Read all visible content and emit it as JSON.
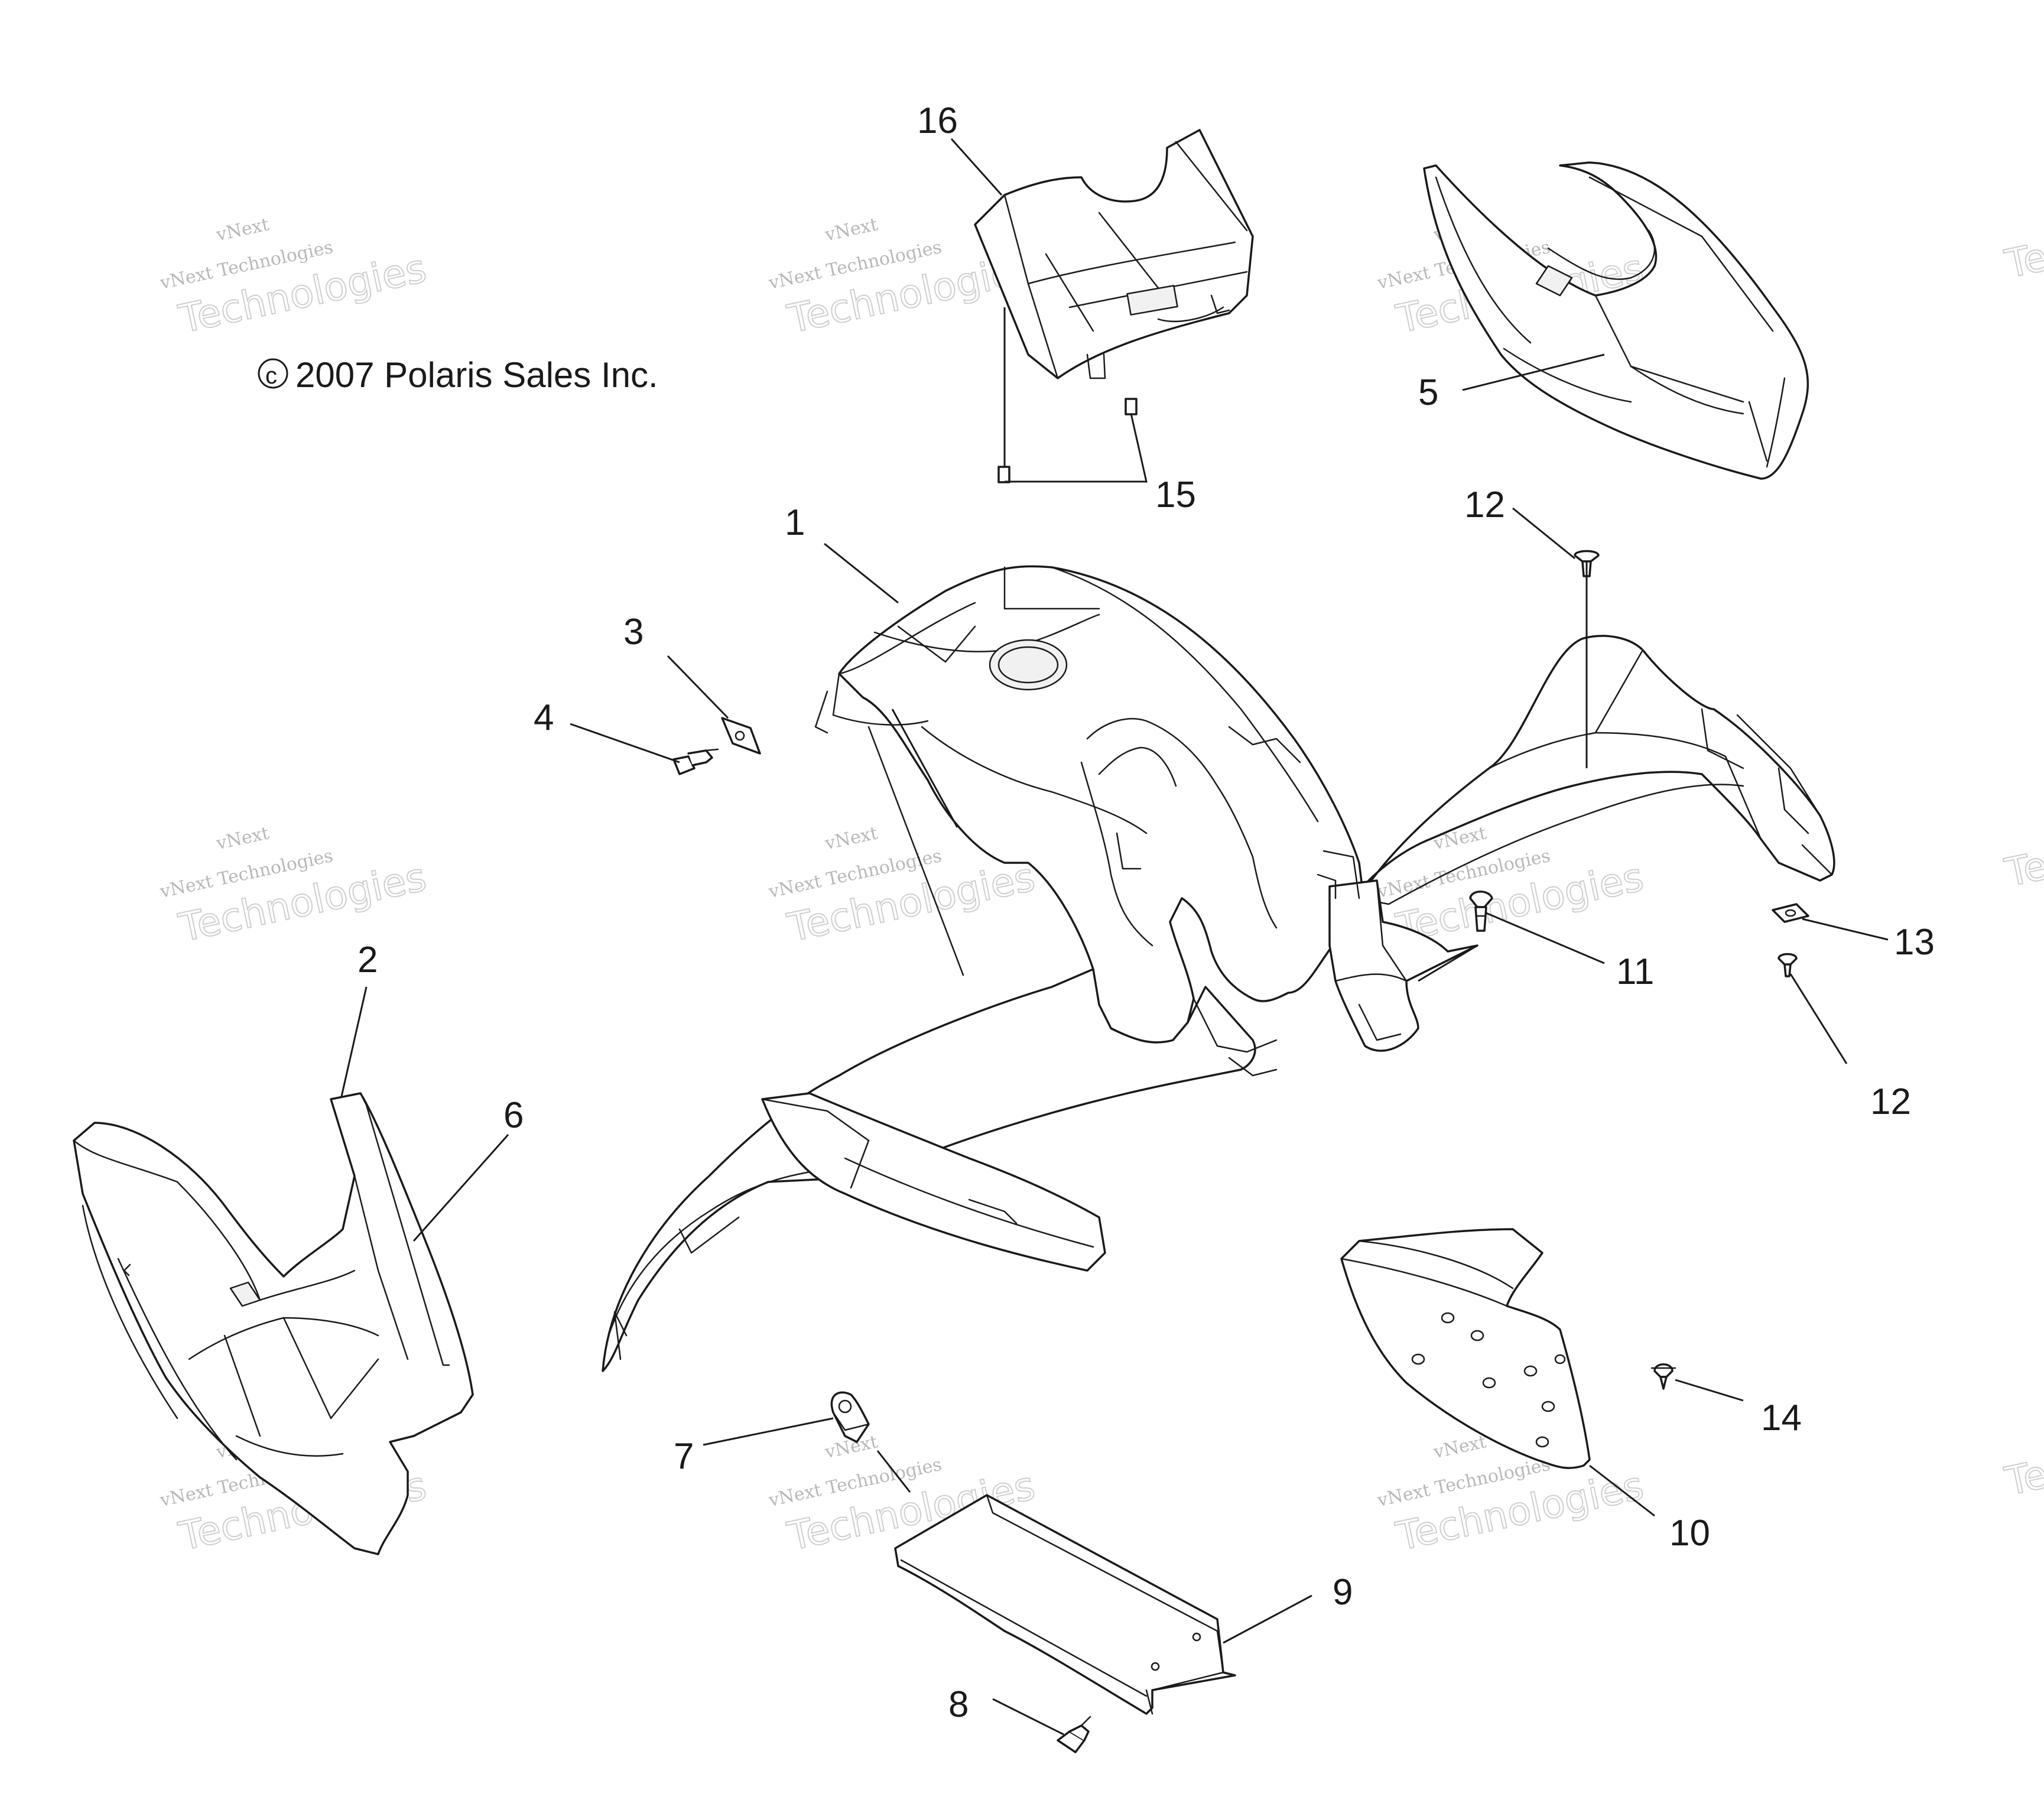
{
  "copyright": "2007 Polaris Sales Inc.",
  "copyright_symbol": "©",
  "watermark": {
    "line1": "vNext Technologies",
    "line2": "Technologies",
    "line3": "vNext"
  },
  "callouts": {
    "c1": "1",
    "c2": "2",
    "c3": "3",
    "c4": "4",
    "c5": "5",
    "c6": "6",
    "c7": "7",
    "c8": "8",
    "c9": "9",
    "c10": "10",
    "c11": "11",
    "c12a": "12",
    "c12b": "12",
    "c13": "13",
    "c14": "14",
    "c15": "15",
    "c16": "16"
  },
  "colors": {
    "line": "#1a1a1a",
    "watermark": "#b8b8b8",
    "background": "#ffffff"
  }
}
